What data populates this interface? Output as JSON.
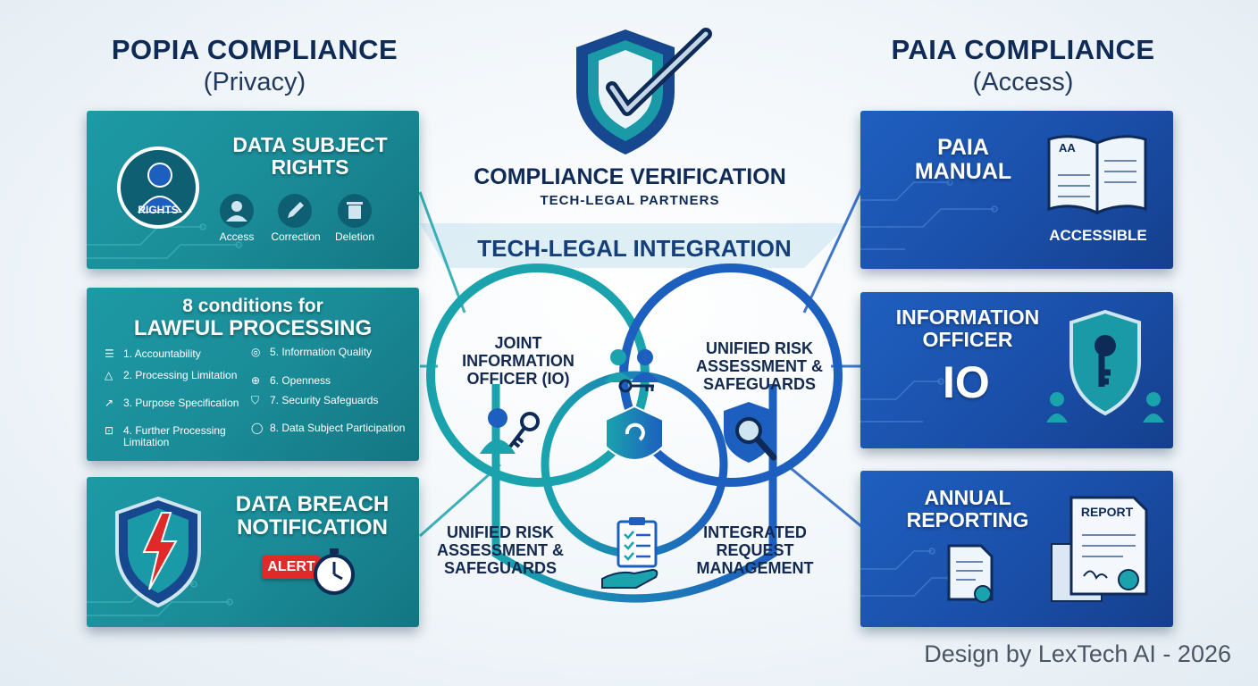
{
  "left": {
    "title": "POPIA COMPLIANCE",
    "subtitle": "(Privacy)",
    "rights": {
      "title_line1": "DATA SUBJECT",
      "title_line2": "RIGHTS",
      "avatar_label": "RIGHTS",
      "items": [
        "Access",
        "Correction",
        "Deletion"
      ]
    },
    "conditions": {
      "title_line1": "8 conditions for",
      "title_line2": "LAWFUL PROCESSING",
      "items": [
        "1. Accountability",
        "2. Processing Limitation",
        "3. Purpose Specification",
        "4. Further Processing Limitation",
        "5. Information Quality",
        "6. Openness",
        "7. Security Safeguards",
        "8. Data Subject Participation"
      ]
    },
    "breach": {
      "title_line1": "DATA BREACH",
      "title_line2": "NOTIFICATION",
      "alert_label": "ALERT"
    }
  },
  "center": {
    "title": "COMPLIANCE VERIFICATION",
    "subtitle": "TECH-LEGAL PARTNERS",
    "integration": "TECH-LEGAL INTEGRATION",
    "venn": {
      "left": "JOINT INFORMATION OFFICER (IO)",
      "right": "UNIFIED RISK ASSESSMENT & SAFEGUARDS",
      "bottom_left": "UNIFIED RISK ASSESSMENT & SAFEGUARDS",
      "bottom_right": "INTEGRATED REQUEST MANAGEMENT"
    }
  },
  "right": {
    "title": "PAIA COMPLIANCE",
    "subtitle": "(Access)",
    "manual": {
      "title_line1": "PAIA",
      "title_line2": "MANUAL",
      "badge": "ACCESSIBLE",
      "book_label": "AA"
    },
    "officer": {
      "title_line1": "INFORMATION",
      "title_line2": "OFFICER",
      "abbr": "IO"
    },
    "reporting": {
      "title_line1": "ANNUAL",
      "title_line2": "REPORTING",
      "report_label": "REPORT"
    }
  },
  "footer": "Design by LexTech AI - 2026",
  "colors": {
    "teal": "#1a8b97",
    "blue": "#1a4fa9",
    "navy": "#0e2a57",
    "alert": "#e02a2a"
  }
}
